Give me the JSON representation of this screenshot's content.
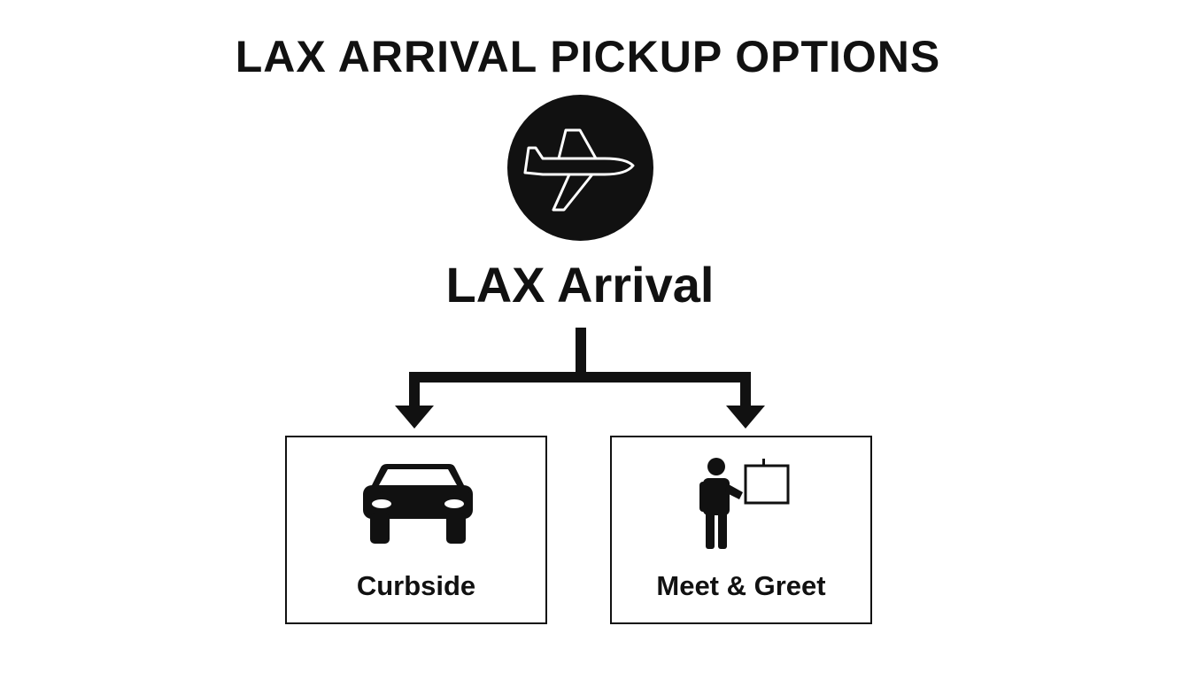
{
  "diagram": {
    "title": "LAX ARRIVAL PICKUP OPTIONS",
    "hub": {
      "label": "LAX Arrival",
      "icon": "airplane-icon"
    },
    "options": [
      {
        "label": "Curbside",
        "icon": "car-icon"
      },
      {
        "label": "Meet & Greet",
        "icon": "person-holding-sign-icon"
      }
    ]
  },
  "colors": {
    "ink": "#111111",
    "background": "#ffffff"
  }
}
